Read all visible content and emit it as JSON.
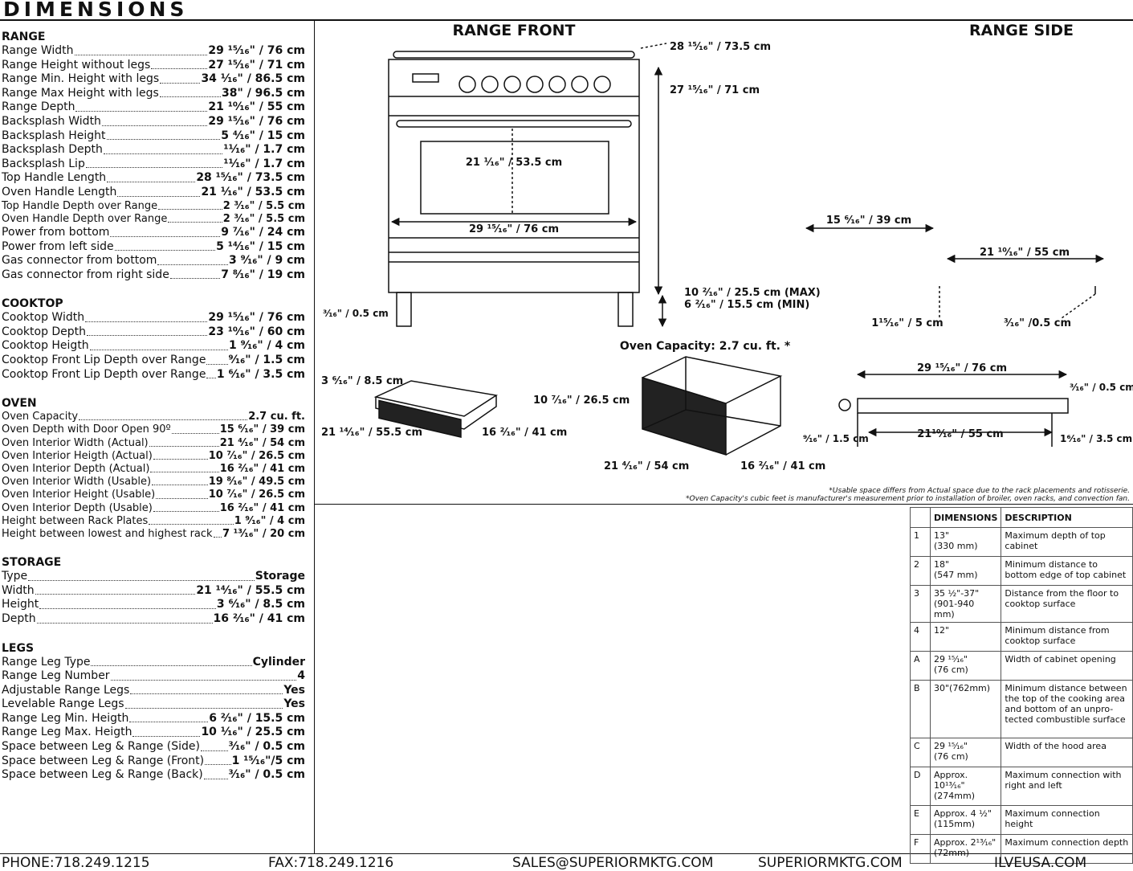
{
  "title": "DIMENSIONS",
  "sections": [
    {
      "name": "RANGE",
      "rows": [
        [
          "Range Width",
          "29 ¹⁵⁄₁₆\" / 76 cm"
        ],
        [
          "Range Height without legs",
          "27 ¹⁵⁄₁₆\" / 71 cm"
        ],
        [
          "Range Min. Height with legs",
          "34 ¹⁄₁₆\" / 86.5 cm"
        ],
        [
          "Range Max Height with legs",
          "38\" / 96.5 cm"
        ],
        [
          "Range Depth",
          "21 ¹⁰⁄₁₆\" / 55 cm"
        ],
        [
          "Backsplash Width",
          "29 ¹⁵⁄₁₆\" / 76 cm"
        ],
        [
          "Backsplash Height",
          "5 ⁴⁄₁₆\" / 15 cm"
        ],
        [
          "Backsplash Depth",
          "¹¹⁄₁₆\" / 1.7 cm"
        ],
        [
          "Backsplash Lip",
          "¹¹⁄₁₆\" / 1.7 cm"
        ],
        [
          "Top Handle Length",
          "28 ¹⁵⁄₁₆\" / 73.5 cm"
        ],
        [
          "Oven Handle Length",
          "21 ¹⁄₁₆\" / 53.5 cm"
        ],
        [
          "Top Handle Depth over Range",
          "2 ³⁄₁₆\" / 5.5 cm"
        ],
        [
          "Oven Handle Depth over Range",
          "2 ³⁄₁₆\" / 5.5 cm"
        ],
        [
          "Power from bottom",
          "9 ⁷⁄₁₆\" / 24 cm"
        ],
        [
          "Power from left side",
          "5 ¹⁴⁄₁₆\" / 15 cm"
        ],
        [
          "Gas connector from bottom",
          "3 ⁹⁄₁₆\" / 9 cm"
        ],
        [
          "Gas connector from right side",
          "7 ⁸⁄₁₆\" / 19 cm"
        ]
      ]
    },
    {
      "name": "COOKTOP",
      "rows": [
        [
          "Cooktop Width",
          "29 ¹⁵⁄₁₆\" / 76 cm"
        ],
        [
          "Cooktop Depth",
          "23 ¹⁰⁄₁₆\" / 60 cm"
        ],
        [
          "Cooktop Heigth",
          "1 ⁹⁄₁₆\" / 4 cm"
        ],
        [
          "Cooktop Front Lip Depth over Range",
          "⁹⁄₁₆\" / 1.5 cm"
        ],
        [
          "Cooktop Front Lip Depth over Range",
          "1 ⁶⁄₁₆\" / 3.5 cm"
        ]
      ]
    },
    {
      "name": "OVEN",
      "rows": [
        [
          "Oven Capacity",
          "2.7 cu. ft."
        ],
        [
          "Oven Depth with Door Open 90º",
          "15 ⁶⁄₁₆\" / 39 cm"
        ],
        [
          "Oven Interior Width (Actual)",
          "21 ⁴⁄₁₆\" / 54 cm"
        ],
        [
          "Oven Interior Heigth (Actual)",
          "10 ⁷⁄₁₆\" / 26.5 cm"
        ],
        [
          "Oven Interior Depth (Actual)",
          "16 ²⁄₁₆\" / 41 cm"
        ],
        [
          "Oven Interior Width (Usable)",
          "19 ⁸⁄₁₆\" / 49.5 cm"
        ],
        [
          "Oven Interior Height (Usable)",
          "10 ⁷⁄₁₆\" / 26.5 cm"
        ],
        [
          "Oven Interior Depth (Usable)",
          "16 ²⁄₁₆\" / 41 cm"
        ],
        [
          "Height between Rack Plates",
          "1 ⁹⁄₁₆\" / 4 cm"
        ],
        [
          "Height between lowest and highest rack",
          "7 ¹³⁄₁₆\" / 20 cm"
        ]
      ]
    },
    {
      "name": "STORAGE",
      "rows": [
        [
          "Type",
          "Storage"
        ],
        [
          "Width",
          "21 ¹⁴⁄₁₆\" / 55.5 cm"
        ],
        [
          "Height",
          "3 ⁶⁄₁₆\" / 8.5 cm"
        ],
        [
          "Depth",
          "16 ²⁄₁₆\" / 41 cm"
        ]
      ]
    },
    {
      "name": "LEGS",
      "rows": [
        [
          "Range Leg Type",
          "Cylinder"
        ],
        [
          "Range Leg Number",
          "4"
        ],
        [
          "Adjustable Range Legs",
          "Yes"
        ],
        [
          "Levelable Range Legs",
          "Yes"
        ],
        [
          "Range Leg Min. Heigth",
          "6 ²⁄₁₆\" / 15.5 cm"
        ],
        [
          "Range Leg Max. Heigth",
          "10 ¹⁄₁₆\" / 25.5 cm"
        ],
        [
          "Space between Leg & Range (Side)",
          "³⁄₁₆\" / 0.5 cm"
        ],
        [
          "Space between Leg & Range (Front)",
          "1 ¹⁵⁄₁₆\"/5 cm"
        ],
        [
          "Space between Leg & Range (Back)",
          "³⁄₁₆\" / 0.5 cm"
        ]
      ]
    }
  ],
  "diagram": {
    "range_front": "RANGE FRONT",
    "range_side": "RANGE SIDE",
    "top_handle": "28 ¹⁵⁄₁₆\" / 73.5 cm",
    "height": "27 ¹⁵⁄₁₆\" / 71 cm",
    "oven_handle": "21 ¹⁄₁₆\" / 53.5 cm",
    "width": "29 ¹⁵⁄₁₆\" / 76 cm",
    "leg_max": "10 ²⁄₁₆\" / 25.5 cm (MAX)",
    "leg_min": "6 ²⁄₁₆\" / 15.5 cm (MIN)",
    "leg_gap": "³⁄₁₆\" / 0.5 cm",
    "side_door": "15 ⁶⁄₁₆\" / 39 cm",
    "side_depth": "21 ¹⁰⁄₁₆\" / 55 cm",
    "side_front_gap": "1¹⁵⁄₁₆\" / 5 cm",
    "side_back_gap": "³⁄₁₆\" /0.5 cm",
    "oven_capacity": "Oven Capacity: 2.7 cu. ft. *",
    "drawer_h": "3 ⁶⁄₁₆\" / 8.5 cm",
    "drawer_w": "21 ¹⁴⁄₁₆\" / 55.5 cm",
    "drawer_d": "16 ²⁄₁₆\" / 41 cm",
    "oven_h": "10 ⁷⁄₁₆\" / 26.5 cm",
    "oven_w": "21 ⁴⁄₁₆\" / 54 cm",
    "oven_d": "16 ²⁄₁₆\" / 41 cm",
    "cooktop_w": "29 ¹⁵⁄₁₆\" / 76 cm",
    "cooktop_back": "³⁄₁₆\" / 0.5 cm",
    "cooktop_lip": "⁹⁄₁₆\" / 1.5 cm",
    "cooktop_depth": "21¹⁰⁄₁₆\" / 55 cm",
    "cooktop_front": "1⁶⁄₁₆\" / 3.5 cm"
  },
  "notes": {
    "n1": "*Usable space differs from Actual space due to the rack placements and rotisserie.",
    "n2": "*Oven Capacity's cubic feet is manufacturer's measurement prior to installation of broiler, oven racks, and convection fan."
  },
  "table": {
    "headers": [
      "DIMENSIONS",
      "DESCRIPTION"
    ],
    "rows": [
      [
        "1",
        "13\"\n(330 mm)",
        "Maximum depth of top cabinet"
      ],
      [
        "2",
        "18\"\n(547 mm)",
        "Minimum distance to bottom edge of top cabinet"
      ],
      [
        "3",
        "35 ½\"-37\"\n(901-940 mm)",
        "Distance from the floor to cooktop surface"
      ],
      [
        "4",
        "12\"",
        "Minimum distance from cooktop surface"
      ],
      [
        "A",
        "29 ¹⁵⁄₁₆\"\n(76 cm)",
        "Width of cabinet opening"
      ],
      [
        "B",
        "30\"(762mm)",
        "Minimum distance between the top of the cooking area and bottom of an unpro-tected combustible surface"
      ],
      [
        "C",
        "29 ¹⁵⁄₁₆\"\n(76 cm)",
        "Width of the hood area"
      ],
      [
        "D",
        "Approx.\n10¹³⁄₁₆\"\n(274mm)",
        "Maximum connection with right and left"
      ],
      [
        "E",
        "Approx. 4 ½\"\n(115mm)",
        "Maximum connection height"
      ],
      [
        "F",
        "Approx. 2¹³⁄₁₆\"\n(72mm)",
        "Maximum connection depth"
      ]
    ]
  },
  "footer": {
    "phone": "PHONE:718.249.1215",
    "fax": "FAX:718.249.1216",
    "email": "SALES@SUPERIORMKTG.COM",
    "site1": "SUPERIORMKTG.COM",
    "site2": "ILVEUSA.COM"
  }
}
